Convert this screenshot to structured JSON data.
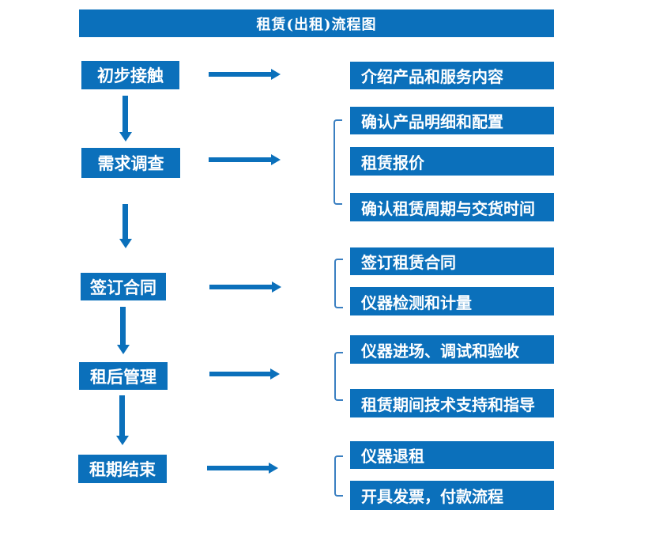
{
  "title": "租赁(出租)流程图",
  "colors": {
    "primary": "#0b70bb",
    "bracket": "#3a7fc1",
    "text": "#ffffff",
    "background": "#ffffff"
  },
  "steps": [
    {
      "label": "初步接触",
      "details": [
        "介绍产品和服务内容"
      ]
    },
    {
      "label": "需求调查",
      "details": [
        "确认产品明细和配置",
        "租赁报价",
        "确认租赁周期与交货时间"
      ]
    },
    {
      "label": "签订合同",
      "details": [
        "签订租赁合同",
        "仪器检测和计量"
      ]
    },
    {
      "label": "租后管理",
      "details": [
        "仪器进场、调试和验收",
        "租赁期间技术支持和指导"
      ]
    },
    {
      "label": "租期结束",
      "details": [
        "仪器退租",
        "开具发票，付款流程"
      ]
    }
  ]
}
